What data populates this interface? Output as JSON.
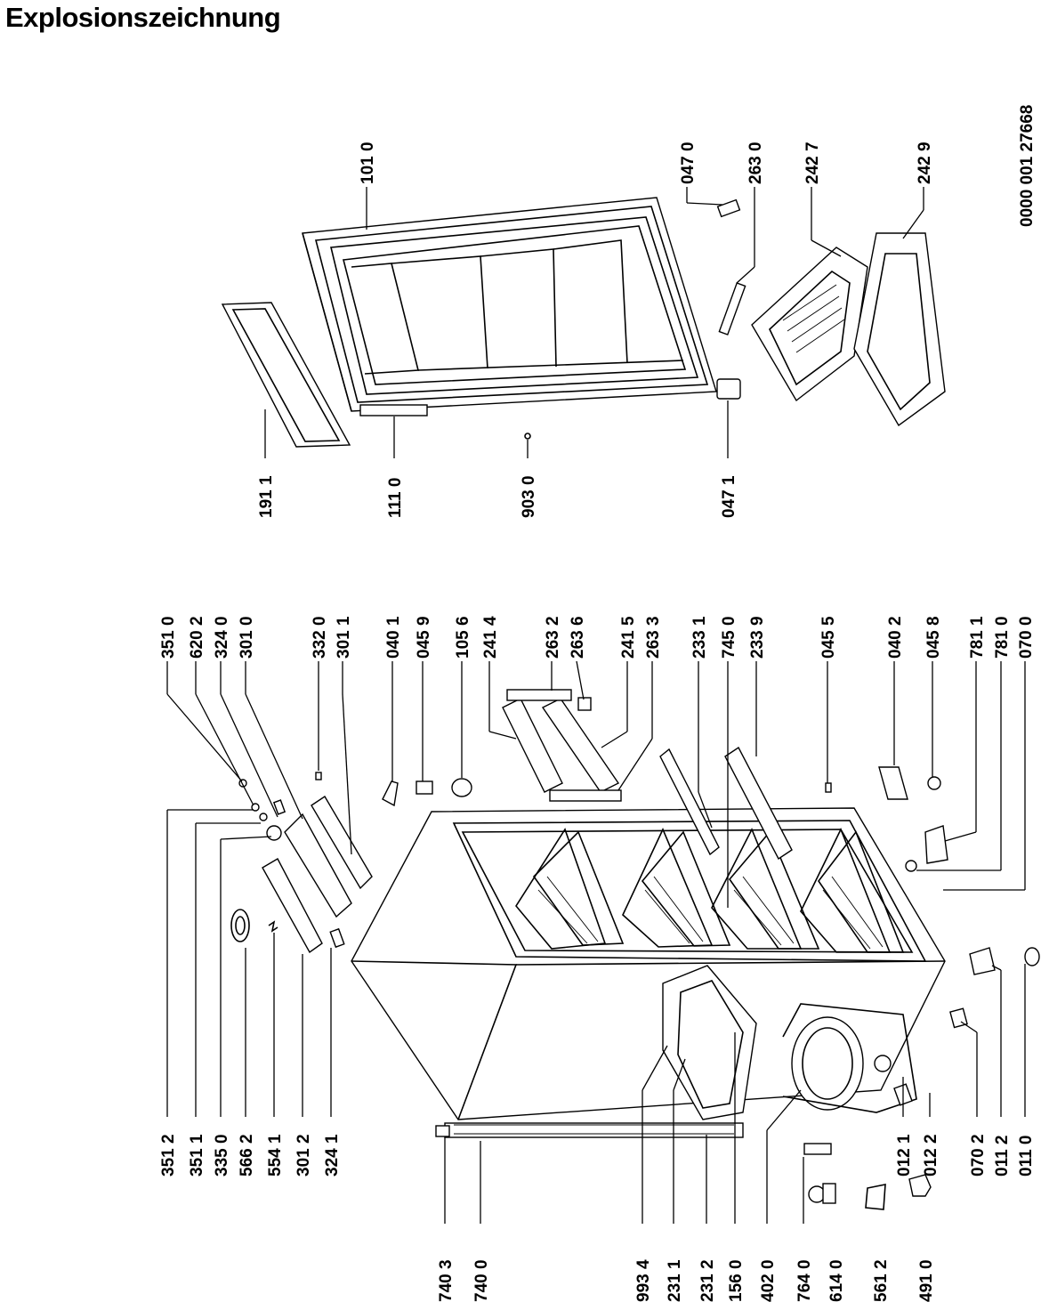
{
  "title": "Explosionszeichnung",
  "doc_number": "0000 001 27668",
  "labels": {
    "l3512": "351 2",
    "l3511": "351 1",
    "l3350": "335 0",
    "l5662": "566 2",
    "l5541": "554 1",
    "l3012": "301 2",
    "l3241": "324 1",
    "l7403": "740 3",
    "l7400": "740 0",
    "l9934": "993 4",
    "l2311": "231 1",
    "l2312": "231 2",
    "l1560": "156 0",
    "l4020": "402 0",
    "l7640": "764 0",
    "l6140": "614 0",
    "l5612": "561 2",
    "l4910": "491 0",
    "l0121": "012 1",
    "l0122": "012 2",
    "l0702": "070 2",
    "l0112": "011 2",
    "l0110": "011 0",
    "l3510": "351 0",
    "l6202": "620 2",
    "l3240": "324 0",
    "l3010": "301 0",
    "l3320": "332 0",
    "l3011": "301 1",
    "l0401": "040 1",
    "l0459": "045 9",
    "l1056": "105 6",
    "l2414": "241 4",
    "l2632": "263 2",
    "l2636": "263 6",
    "l2415": "241 5",
    "l2633": "263 3",
    "l2331": "233 1",
    "l7450": "745 0",
    "l2339": "233 9",
    "l0455": "045 5",
    "l0402": "040 2",
    "l0458": "045 8",
    "l7811": "781 1",
    "l7810": "781 0",
    "l0700": "070 0",
    "l1911": "191 1",
    "l1110": "111 0",
    "l9030": "903 0",
    "l0471": "047 1",
    "l1010": "101 0",
    "l0470": "047 0",
    "l2630": "263 0",
    "l2427": "242 7",
    "l2429": "242 9"
  }
}
